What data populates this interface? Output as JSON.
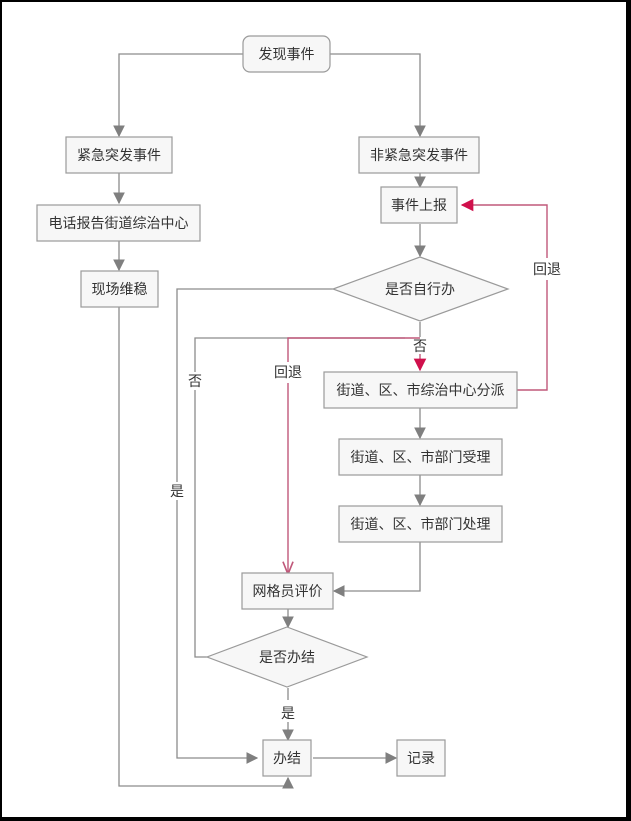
{
  "diagram": {
    "title": "事件处理流程",
    "colors": {
      "line": "#8c8c8c",
      "arrow": "#7f7f7f",
      "back_line": "#c0587a",
      "back_arrow": "#d0104c",
      "node_fill": "#f7f7f7",
      "node_stroke": "#9a9a9a",
      "text": "#333333"
    },
    "nodes": {
      "discover": "发现事件",
      "urgent": "紧急突发事件",
      "non_urgent": "非紧急突发事件",
      "phone_report": "电话报告街道综治中心",
      "onsite": "现场维稳",
      "report": "事件上报",
      "self_handle": "是否自行办",
      "dispatch": "街道、区、市综治中心分派",
      "accept": "街道、区、市部门受理",
      "process": "街道、区、市部门处理",
      "evaluate": "网格员评价",
      "is_done": "是否办结",
      "finish": "办结",
      "record": "记录"
    },
    "edge_labels": {
      "self_yes": "是",
      "self_no": "否",
      "done_no": "否",
      "done_yes": "是",
      "rollback_right": "回退",
      "rollback_left": "回退"
    }
  }
}
